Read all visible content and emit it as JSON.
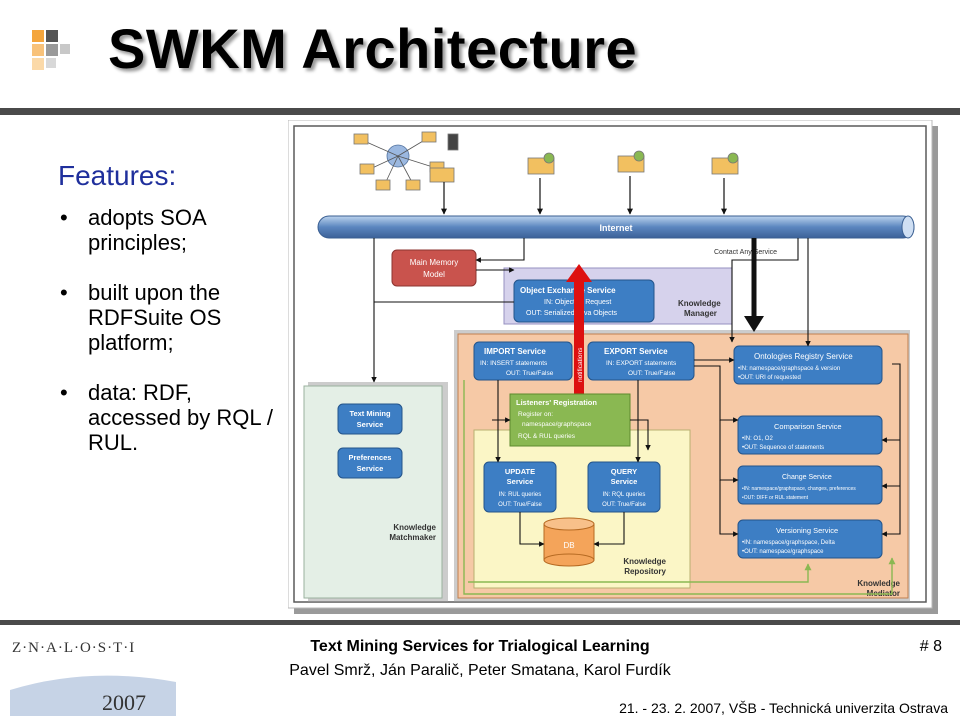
{
  "slide": {
    "title": "SWKM Architecture",
    "features_heading": "Features:",
    "bullets": [
      "adopts SOA principles;",
      "built upon the RDFSuite OS platform;",
      "data: RDF, accessed by RQL / RUL."
    ],
    "bullet_glyph": "•"
  },
  "diagram": {
    "internet": "Internet",
    "contact_any_service": "Contact Any Service",
    "main_memory_model": [
      "Main Memory",
      "Model"
    ],
    "object_exchange": {
      "title": "Object Exchange Service",
      "in": "IN: Object(s) Request",
      "out": "OUT: Serialized Java Objects"
    },
    "knowledge_manager": [
      "Knowledge",
      "Manager"
    ],
    "import_service": {
      "title": "IMPORT Service",
      "in": "IN: INSERT statements",
      "out": "OUT: True/False"
    },
    "export_service": {
      "title": "EXPORT Service",
      "in": "IN: EXPORT statements",
      "out": "OUT: True/False"
    },
    "notifications": "notifications",
    "listeners": {
      "title": "Listeners' Registration",
      "items": [
        "Register on:",
        "namespace/graphspace",
        "RQL & RUL queries"
      ]
    },
    "update_service": {
      "title": [
        "UPDATE",
        "Service"
      ],
      "in": "IN: RUL queries",
      "out": "OUT: True/False"
    },
    "query_service": {
      "title": [
        "QUERY",
        "Service"
      ],
      "in": "IN: RQL queries",
      "out": "OUT: True/False"
    },
    "db": "DB",
    "knowledge_repository": [
      "Knowledge",
      "Repository"
    ],
    "text_mining": [
      "Text Mining",
      "Service"
    ],
    "preferences": [
      "Preferences",
      "Service"
    ],
    "knowledge_matchmaker": [
      "Knowledge",
      "Matchmaker"
    ],
    "ontologies_registry": {
      "title": "Ontologies Registry Service",
      "in": "•IN: namespace/graphspace & version",
      "out": "•OUT: URI of requested"
    },
    "comparison": {
      "title": "Comparison Service",
      "in": "•IN: O1, O2",
      "out": "•OUT: Sequence of statements"
    },
    "change": {
      "title": "Change Service",
      "in": "•IN: namespace/graphspace, changes, preferences",
      "out": "•OUT: DIFF or RUL statement"
    },
    "versioning": {
      "title": "Versioning Service",
      "in": "•IN: namespace/graphspace, Delta",
      "out": "•OUT: namespace/graphspace"
    },
    "knowledge_mediator": [
      "Knowledge",
      "Mediator"
    ]
  },
  "footer": {
    "title": "Text Mining Services for Trialogical Learning",
    "authors": "Pavel Smrž, Ján Paralič, Peter Smatana, Karol Furdík",
    "page": "# 8",
    "date_place": "21. - 23. 2. 2007, VŠB - Technická univerzita Ostrava",
    "conf_logo_text": "Z·N·A·L·O·S·T·I",
    "conf_year": "2007"
  },
  "colors": {
    "title_text": "#000000",
    "features_heading": "#1f2f9c",
    "rule": "#4a4a4a",
    "service_blue": "#3d7ec4",
    "mediator_orange": "#f6c9a6",
    "repository_yellow": "#fbf6c6",
    "manager_lavender": "#d6d2ec",
    "matchmaker_green": "#e4efe6",
    "main_memory_red": "#c9534d",
    "listeners_green": "#8ab852",
    "notification_red": "#dd1010"
  }
}
